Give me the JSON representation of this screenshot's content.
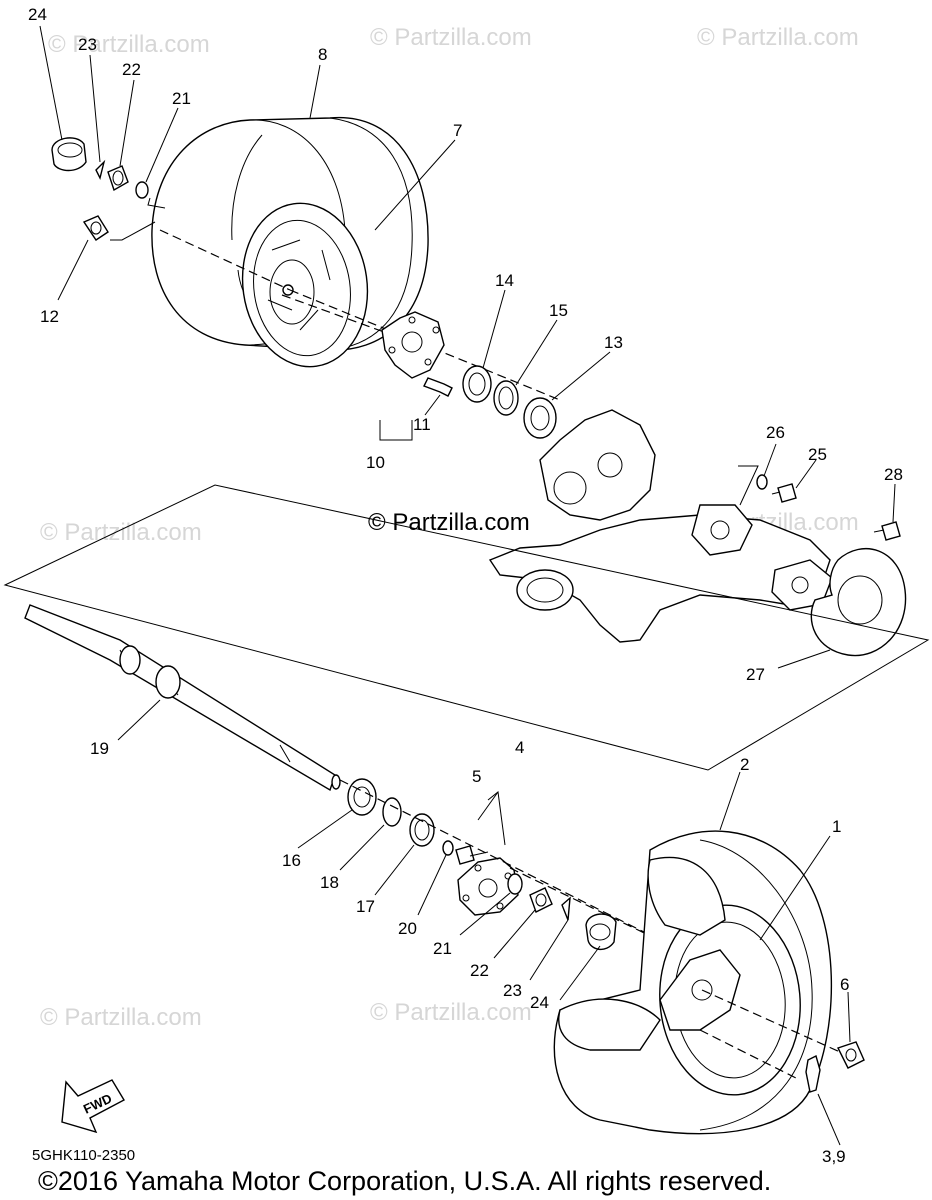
{
  "watermarks": [
    "© Partzilla.com",
    "© Partzilla.com",
    "© Partzilla.com",
    "© Partzilla.com",
    "© Partzilla.com",
    "© Partzilla.com",
    "© Partzilla.com"
  ],
  "center_watermark": "© Partzilla.com",
  "callouts": {
    "c1": "1",
    "c2": "2",
    "c3_9": "3,9",
    "c4": "4",
    "c5": "5",
    "c6": "6",
    "c7": "7",
    "c8": "8",
    "c10": "10",
    "c11": "11",
    "c12": "12",
    "c13": "13",
    "c14": "14",
    "c15": "15",
    "c16": "16",
    "c17": "17",
    "c18": "18",
    "c19": "19",
    "c20": "20",
    "c21_top": "21",
    "c21_bottom": "21",
    "c22_top": "22",
    "c22_bottom": "22",
    "c23_top": "23",
    "c23_bottom": "23",
    "c24_top": "24",
    "c24_bottom": "24",
    "c25": "25",
    "c26": "26",
    "c27": "27",
    "c28": "28"
  },
  "fwd_label": "FWD",
  "diagram_code": "5GHK110-2350",
  "copyright": "©2016  Yamaha Motor Corporation, U.S.A. All rights reserved."
}
